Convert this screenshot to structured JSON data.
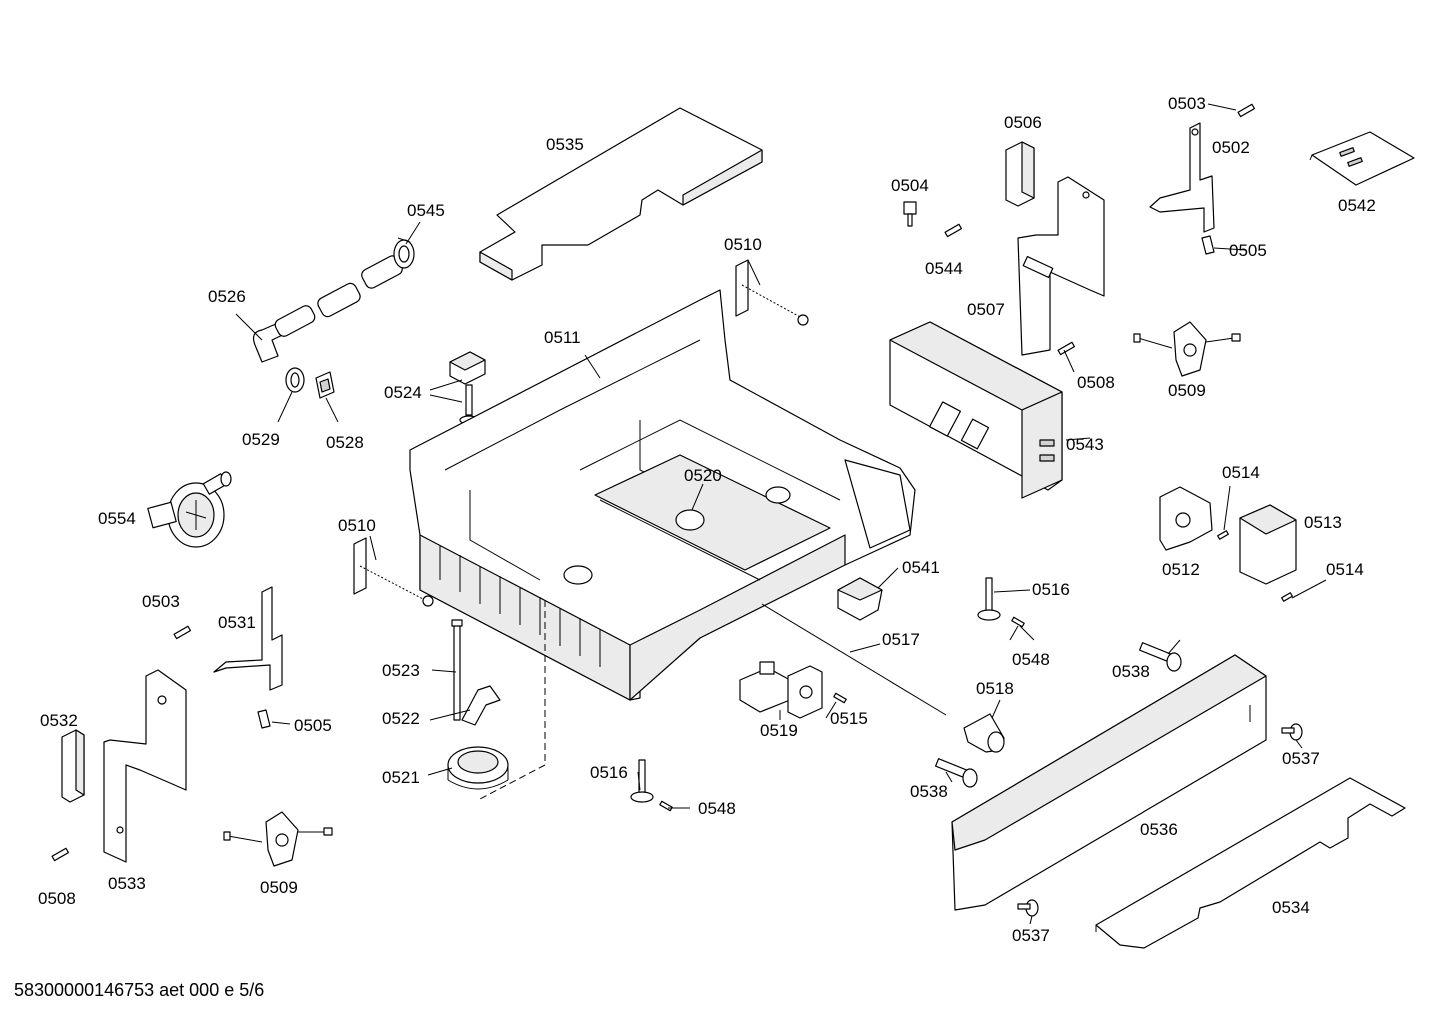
{
  "labels": {
    "p0535": "0535",
    "p0545": "0545",
    "p0510a": "0510",
    "p0526": "0526",
    "p0511": "0511",
    "p0524": "0524",
    "p0529": "0529",
    "p0528": "0528",
    "p0554": "0554",
    "p0520": "0520",
    "p0510b": "0510",
    "p0503a": "0503",
    "p0531": "0531",
    "p0523": "0523",
    "p0522": "0522",
    "p0505a": "0505",
    "p0532": "0532",
    "p0521": "0521",
    "p0533": "0533",
    "p0508a": "0508",
    "p0509a": "0509",
    "p0516a": "0516",
    "p0548a": "0548",
    "p0503b": "0503",
    "p0502": "0502",
    "p0542": "0542",
    "p0506": "0506",
    "p0504": "0504",
    "p0544": "0544",
    "p0505b": "0505",
    "p0507": "0507",
    "p0508b": "0508",
    "p0509b": "0509",
    "p0543": "0543",
    "p0514a": "0514",
    "p0513": "0513",
    "p0512": "0512",
    "p0514b": "0514",
    "p0541": "0541",
    "p0516b": "0516",
    "p0548b": "0548",
    "p0517": "0517",
    "p0538a": "0538",
    "p0518": "0518",
    "p0519": "0519",
    "p0515": "0515",
    "p0537a": "0537",
    "p0538b": "0538",
    "p0536": "0536",
    "p0534": "0534",
    "p0537b": "0537"
  },
  "footer": "58300000146753 aet 000 e 5/6"
}
